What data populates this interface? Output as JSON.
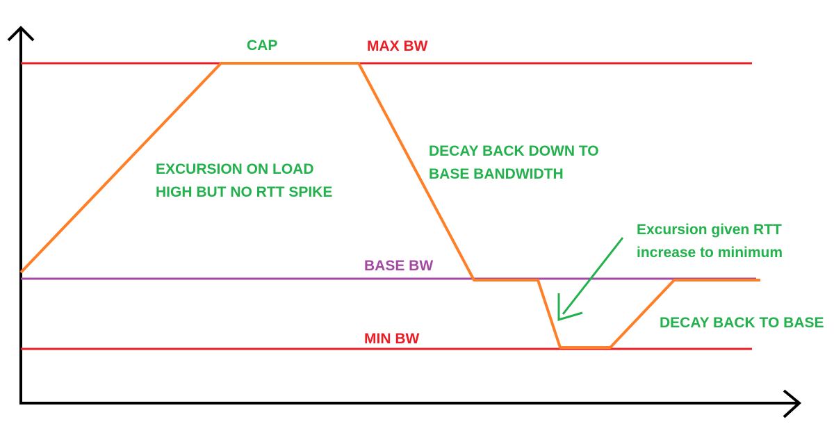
{
  "colors": {
    "axis": "#000000",
    "limit_line": "#ec1c24",
    "base_line": "#a349a4",
    "bandwidth_curve": "#ff7f27",
    "annotation": "#22b14c"
  },
  "labels": {
    "max_bw": "MAX BW",
    "base_bw": "BASE BW",
    "min_bw": "MIN BW",
    "cap": "CAP",
    "excursion_load": [
      "EXCURSION ON LOAD",
      "HIGH BUT NO RTT SPIKE"
    ],
    "decay_down": [
      "DECAY BACK DOWN TO",
      "BASE BANDWIDTH"
    ],
    "excursion_rtt": [
      "Excursion given RTT",
      "increase to minimum"
    ],
    "decay_base": "DECAY BACK TO BASE"
  }
}
